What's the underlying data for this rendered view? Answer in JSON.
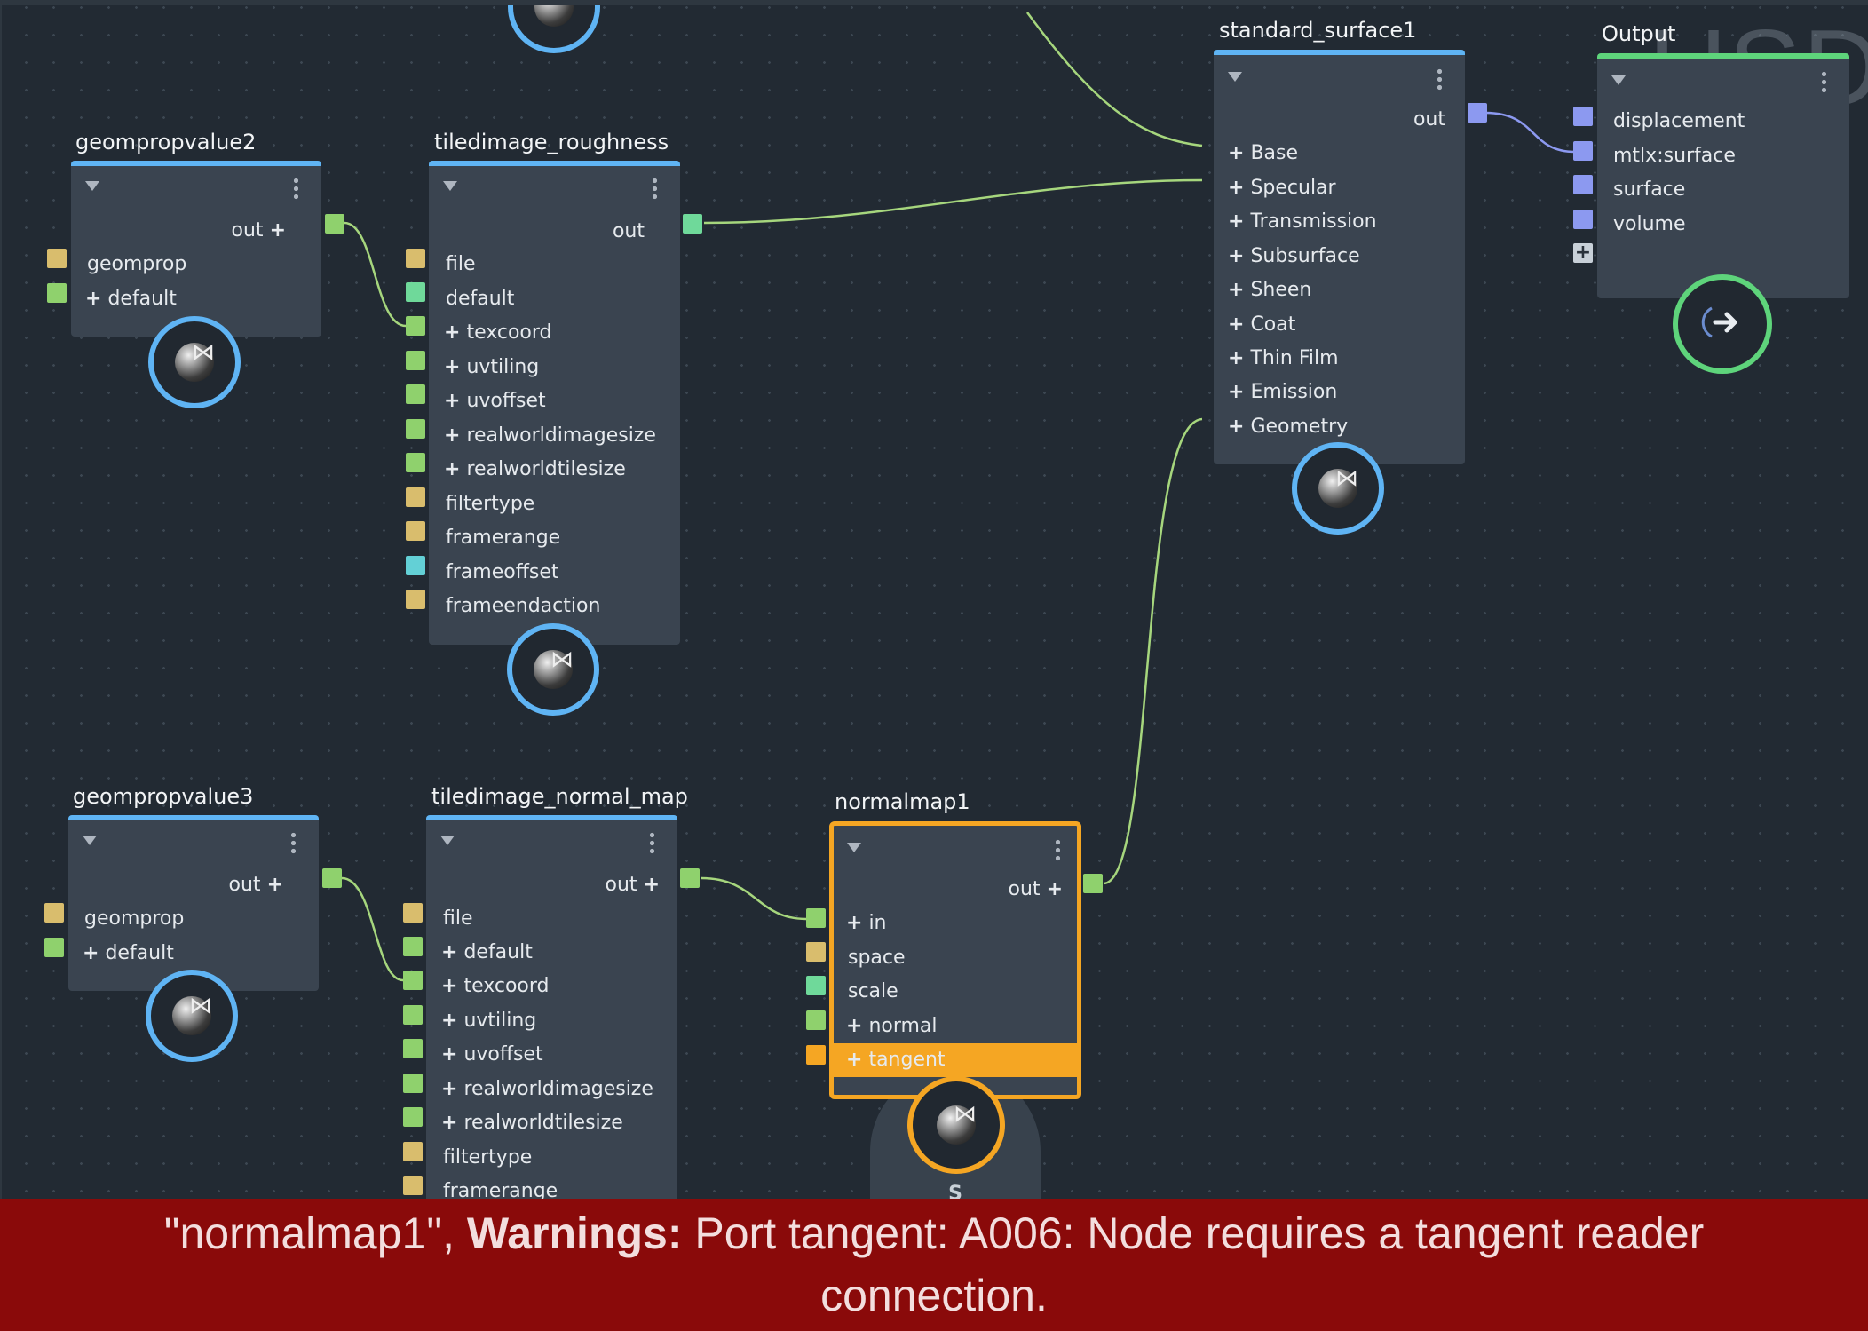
{
  "watermark": "USD",
  "nodes": {
    "geompropvalue2": {
      "title": "geompropvalue2",
      "out": "out",
      "inputs": [
        "geomprop",
        "default"
      ]
    },
    "tiledimage_roughness": {
      "title": "tiledimage_roughness",
      "out": "out",
      "inputs": [
        "file",
        "default",
        "texcoord",
        "uvtiling",
        "uvoffset",
        "realworldimagesize",
        "realworldtilesize",
        "filtertype",
        "framerange",
        "frameoffset",
        "frameendaction"
      ]
    },
    "standard_surface1": {
      "title": "standard_surface1",
      "out": "out",
      "inputs": [
        "Base",
        "Specular",
        "Transmission",
        "Subsurface",
        "Sheen",
        "Coat",
        "Thin Film",
        "Emission",
        "Geometry"
      ]
    },
    "output": {
      "title": "Output",
      "inputs": [
        "displacement",
        "mtlx:surface",
        "surface",
        "volume"
      ]
    },
    "geompropvalue3": {
      "title": "geompropvalue3",
      "out": "out",
      "inputs": [
        "geomprop",
        "default"
      ]
    },
    "tiledimage_normal_map": {
      "title": "tiledimage_normal_map",
      "out": "out",
      "inputs": [
        "file",
        "default",
        "texcoord",
        "uvtiling",
        "uvoffset",
        "realworldimagesize",
        "realworldtilesize",
        "filtertype",
        "framerange"
      ]
    },
    "normalmap1": {
      "title": "normalmap1",
      "out": "out",
      "inputs": [
        "in",
        "space",
        "scale",
        "normal",
        "tangent"
      ],
      "badge_letter": "S"
    }
  },
  "status": {
    "node": "\"normalmap1\",",
    "label": "Warnings:",
    "message": "Port tangent: A006: Node requires a tangent reader connection."
  },
  "colors": {
    "background": "#222a33",
    "node": "#3a4450",
    "header_blue": "#5fb4f4",
    "header_green": "#5ed47b",
    "selection": "#f5a623",
    "wire": "#a6d67d",
    "warning_bar": "#8a0a0a"
  }
}
